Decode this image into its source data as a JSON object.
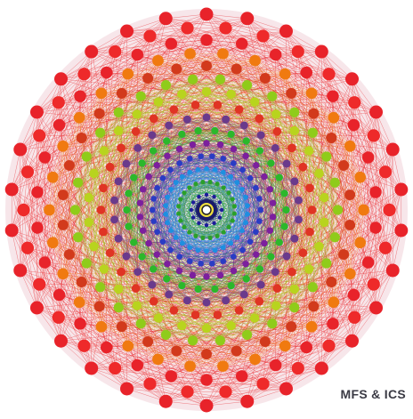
{
  "credit": "MFS & ICS",
  "rings": [
    {
      "color": "#e8232a",
      "nodes": 30
    },
    {
      "color": "#ee2a2a",
      "nodes": 30
    },
    {
      "color": "#e8232a",
      "nodes": 30
    },
    {
      "color": "#f07a10",
      "nodes": 30
    },
    {
      "color": "#d23a1c",
      "nodes": 30
    },
    {
      "color": "#8fcc1a",
      "nodes": 30
    },
    {
      "color": "#b8d41e",
      "nodes": 30
    },
    {
      "color": "#e03424",
      "nodes": 30
    },
    {
      "color": "#6a3a8c",
      "nodes": 30
    },
    {
      "color": "#2bb82b",
      "nodes": 30
    },
    {
      "color": "#7c1f9e",
      "nodes": 30
    },
    {
      "color": "#2a3cc4",
      "nodes": 30
    },
    {
      "color": "#1e8fe0",
      "nodes": 30
    },
    {
      "color": "#2aa02a",
      "nodes": 24
    },
    {
      "color": "#1c1c9a",
      "nodes": 12
    }
  ],
  "center": {
    "color": "#ffffff",
    "inner_color": "#222222"
  },
  "colors": {
    "background": "#ffffff",
    "edge": "#c8243a"
  }
}
